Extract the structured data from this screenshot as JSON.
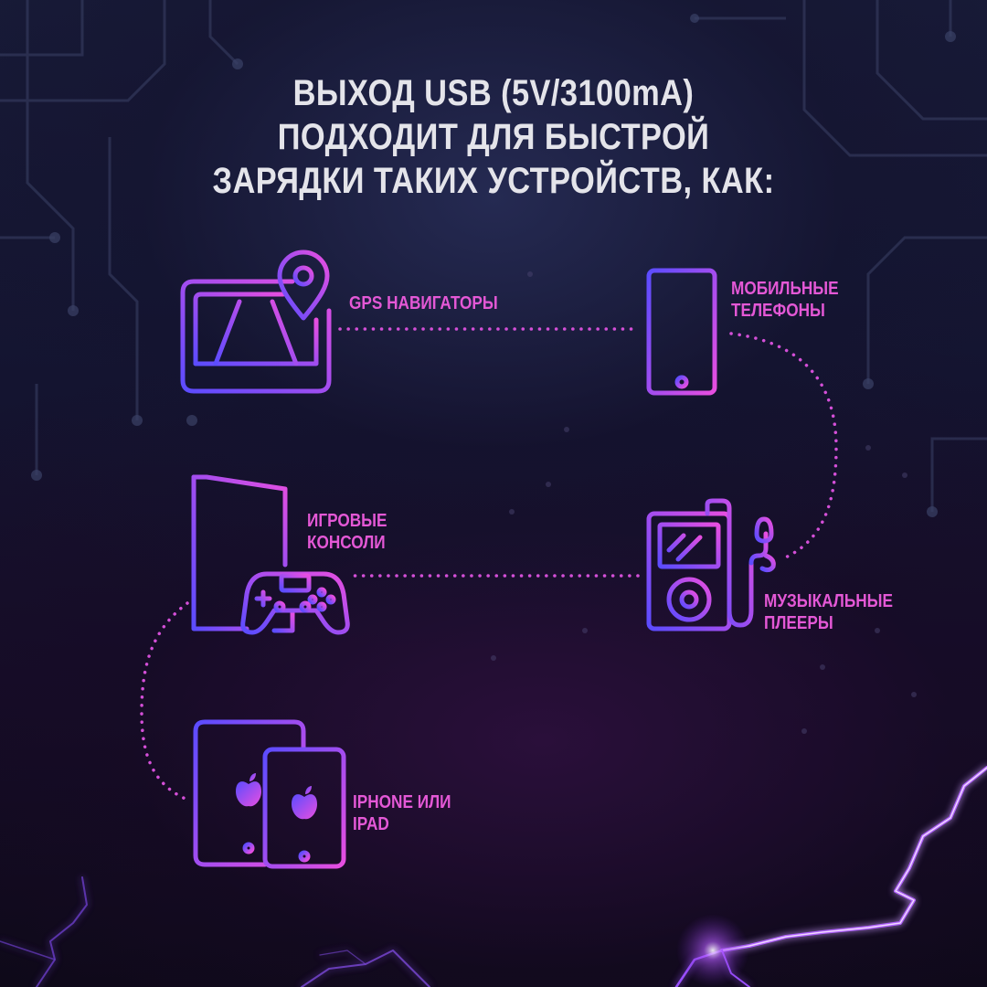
{
  "headline": {
    "line1": "ВЫХОД USB (5V/3100mA)",
    "line2": "ПОДХОДИТ ДЛЯ БЫСТРОЙ",
    "line3": "ЗАРЯДКИ ТАКИХ УСТРОЙСТВ, КАК:"
  },
  "devices": {
    "gps": {
      "label": "GPS НАВИГАТОРЫ",
      "icon": "gps-navigator-icon"
    },
    "phones": {
      "line1": "МОБИЛЬНЫЕ",
      "line2": "ТЕЛЕФОНЫ",
      "icon": "mobile-phone-icon"
    },
    "consoles": {
      "line1": "ИГРОВЫЕ",
      "line2": "КОНСОЛИ",
      "icon": "game-console-icon"
    },
    "players": {
      "line1": "МУЗЫКАЛЬНЫЕ",
      "line2": "ПЛЕЕРЫ",
      "icon": "music-player-icon"
    },
    "apple": {
      "line1": "IPHONE ИЛИ",
      "line2": "IPAD",
      "icon": "iphone-ipad-icon"
    }
  },
  "colors": {
    "headline_text": "#e4e4ea",
    "label_text": "#e458d6",
    "gradient_blue": "#5b4cff",
    "gradient_magenta": "#e84ee0",
    "dotted_connector": "#d44fd8",
    "background_dark": "#0d0b1e"
  }
}
